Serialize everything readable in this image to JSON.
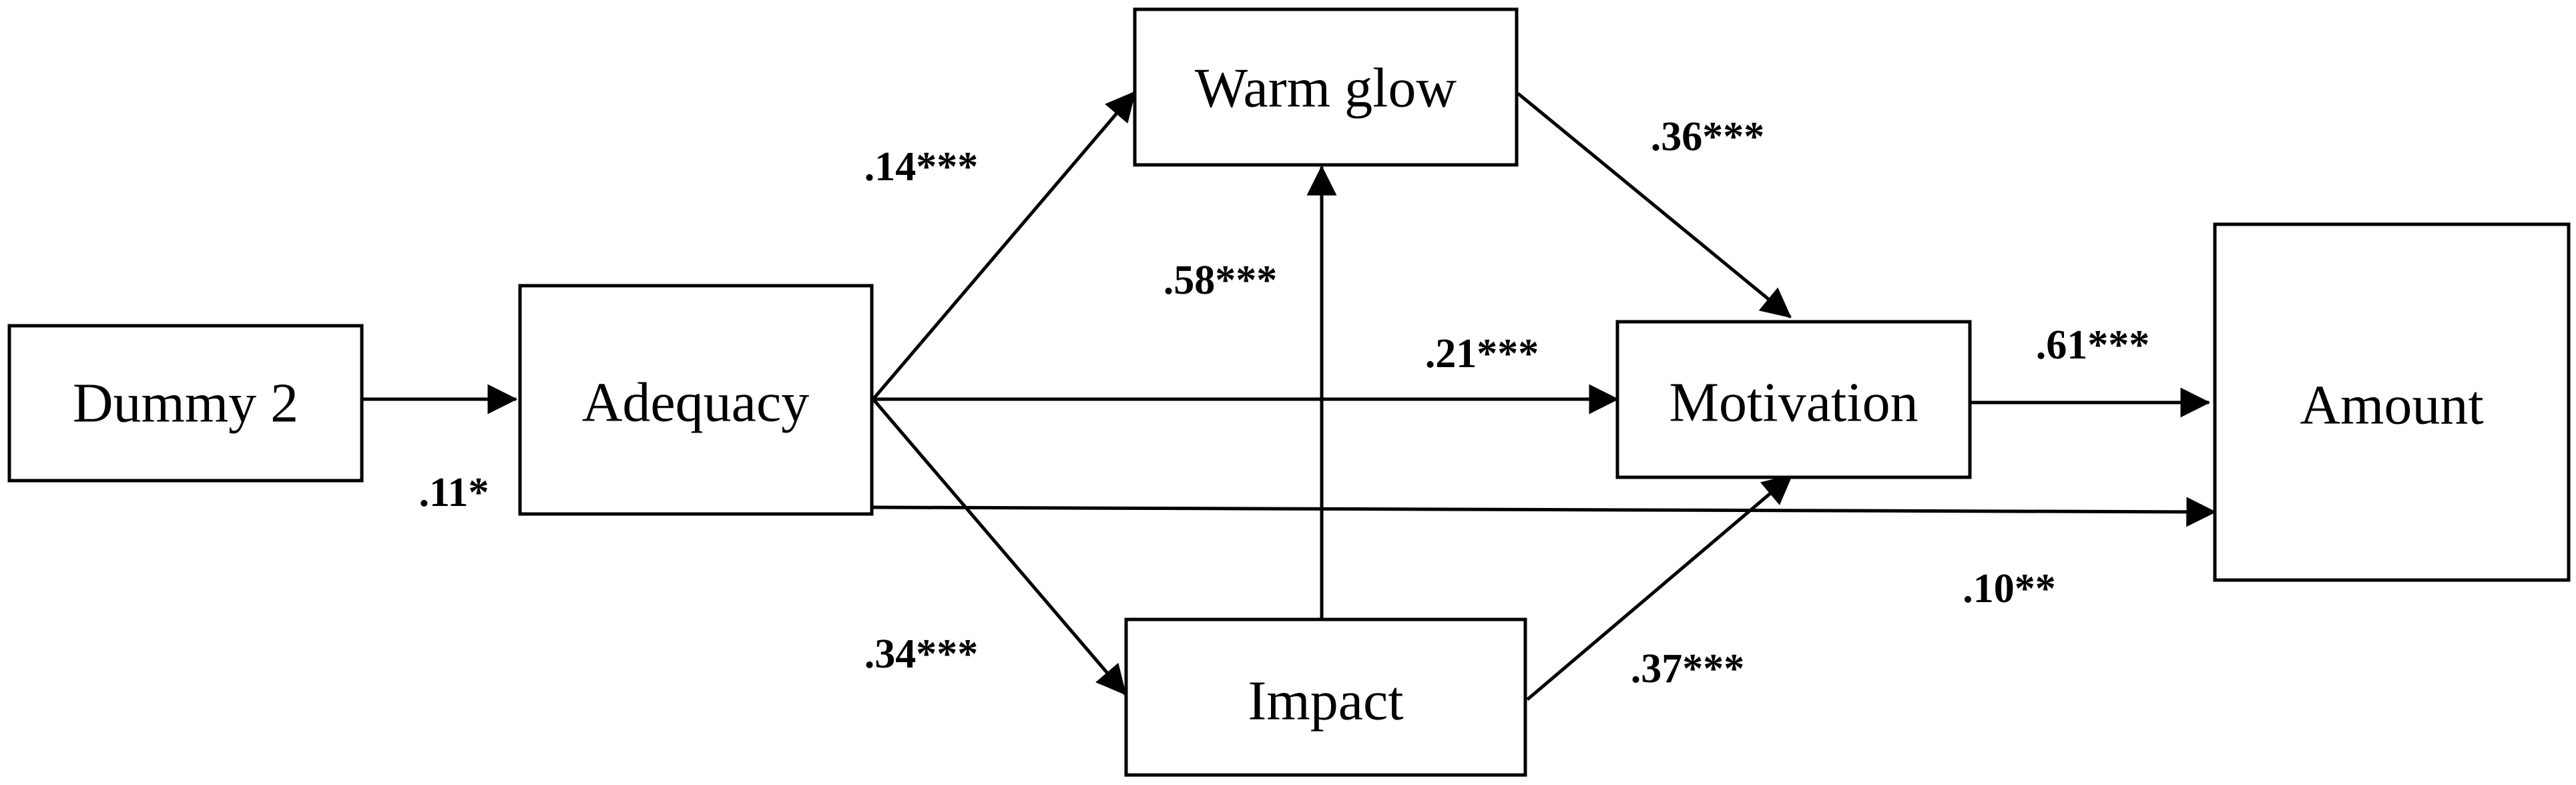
{
  "diagram": {
    "nodes": {
      "dummy2": "Dummy 2",
      "adequacy": "Adequacy",
      "warm_glow": "Warm glow",
      "impact": "Impact",
      "motivation": "Motivation",
      "amount": "Amount"
    },
    "paths": {
      "dummy2_adequacy": ".11*",
      "adequacy_warm_glow": ".14***",
      "adequacy_impact": ".34***",
      "adequacy_motivation": ".21***",
      "impact_warm_glow": ".58***",
      "warm_glow_motivation": ".36***",
      "impact_motivation": ".37***",
      "motivation_amount": ".61***",
      "adequacy_amount": ".10**"
    }
  }
}
